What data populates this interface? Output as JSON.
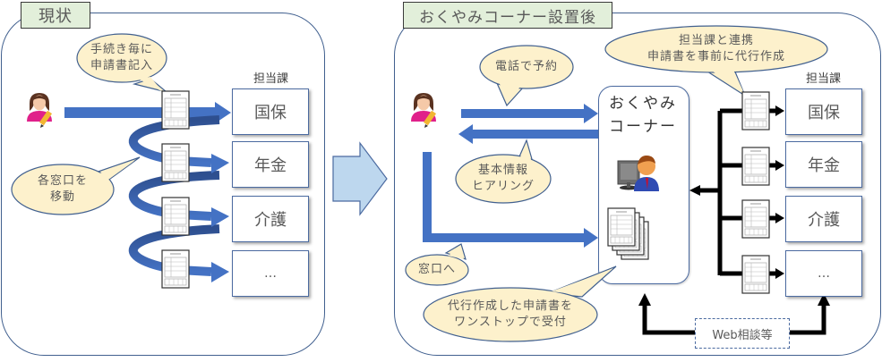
{
  "before": {
    "title": "現状",
    "bubble_top": {
      "line1": "手続き毎に",
      "line2": "申請書記入"
    },
    "bubble_left": {
      "line1": "各窓口を",
      "line2": "移動"
    },
    "dept_header": "担当課",
    "departments": [
      "国保",
      "年金",
      "介護",
      "…"
    ]
  },
  "after": {
    "title": "おくやみコーナー設置後",
    "bubble_phone": "電話で予約",
    "bubble_hearing": {
      "line1": "基本情報",
      "line2": "ヒアリング"
    },
    "bubble_window": "窓口へ",
    "bubble_onestop": {
      "line1": "代行作成した申請書を",
      "line2": "ワンストップで受付"
    },
    "bubble_coordination": {
      "line1": "担当課と連携",
      "line2": "申請書を事前に代行作成"
    },
    "corner": {
      "line1": "おくやみ",
      "line2": "コーナー"
    },
    "dept_header": "担当課",
    "departments": [
      "国保",
      "年金",
      "介護",
      "…"
    ],
    "web_consult": "Web相談等"
  },
  "colors": {
    "arrow_blue": "#4472c4",
    "panel_border": "#41608f",
    "title_bg": "#e2efda",
    "bubble_fill": "#fdf1cc",
    "transition_arrow": "#bdd7ee"
  }
}
